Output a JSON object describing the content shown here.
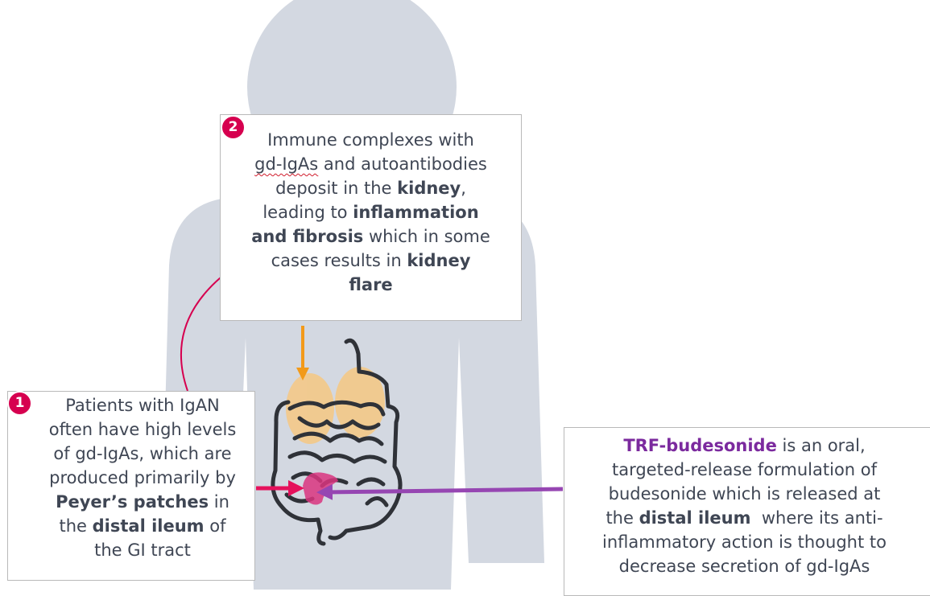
{
  "colors": {
    "silhouette": "#d3d8e1",
    "badge": "#d6004f",
    "kidney_arrow": "#f29a1a",
    "kidney_fill": "#f4c988",
    "pink_arrow": "#e5115c",
    "purple_arrow": "#9646b2",
    "text": "#3f4654",
    "accent_text": "#7b2a9e"
  },
  "icons": [
    "person-silhouette-icon",
    "intestine-icon",
    "kidney-icon"
  ],
  "step2": {
    "number": "2",
    "line1": "Immune complexes with",
    "term": "gd-IgAs",
    "line2_rest": " and autoantibodies",
    "line3_a": "deposit in the ",
    "line3_b": "kidney",
    "line3_c": ",",
    "line4_a": "leading to ",
    "line4_b": "inflammation",
    "line5_a": "and fibrosis",
    "line5_b": " which in some",
    "line6_a": "cases results in ",
    "line6_b": "kidney",
    "line7": "flare"
  },
  "step1": {
    "number": "1",
    "line1": "Patients with IgAN",
    "line2": "often have high levels",
    "line3": "of gd-IgAs, which are",
    "line4": "produced primarily by",
    "line5_a": "Peyer’s patches",
    "line5_b": " in",
    "line6_a": "the ",
    "line6_b": "distal ileum",
    "line6_c": " of",
    "line7": "the GI tract"
  },
  "treatment": {
    "line1_a": "TRF-budesonide",
    "line1_b": " is an oral,",
    "line2": "targeted-release formulation of",
    "line3": "budesonide which is released at",
    "line4_a": "the ",
    "line4_b": "distal ileum",
    "line4_c": "  where its anti-",
    "line5": "inflammatory action is thought to",
    "line6": "decrease secretion of gd-IgAs"
  }
}
